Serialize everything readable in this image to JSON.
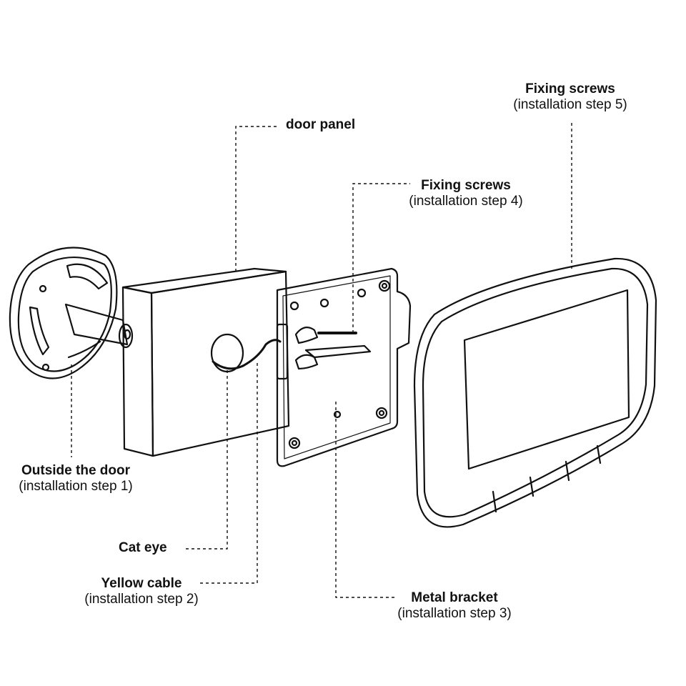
{
  "labels": {
    "door_panel": {
      "title": "door panel"
    },
    "fixing_screws_step5": {
      "title": "Fixing screws",
      "subtitle": "(installation step 5)"
    },
    "fixing_screws_step4": {
      "title": "Fixing screws",
      "subtitle": "(installation step 4)"
    },
    "outside_door": {
      "title": "Outside the door",
      "subtitle": "(installation step 1)"
    },
    "cat_eye": {
      "title": "Cat eye"
    },
    "yellow_cable": {
      "title": "Yellow cable",
      "subtitle": "(installation step 2)"
    },
    "metal_bracket": {
      "title": "Metal bracket",
      "subtitle": "(installation step 3)"
    }
  },
  "colors": {
    "line": "#111111",
    "background": "#ffffff"
  }
}
